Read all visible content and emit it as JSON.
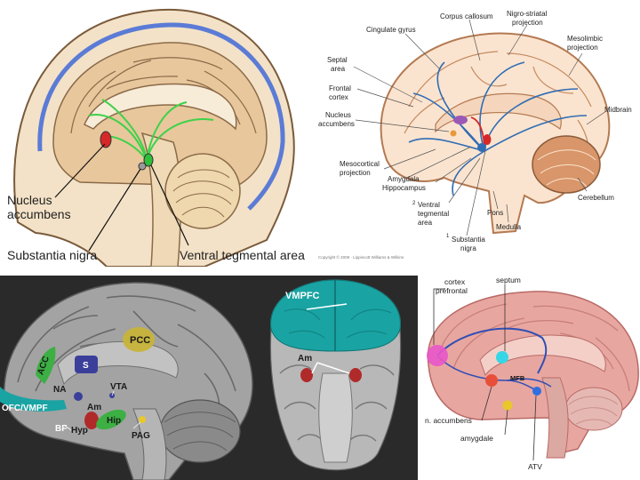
{
  "panel1": {
    "labels": {
      "nucleus_accumbens_line1": "Nucleus",
      "nucleus_accumbens_line2": "accumbens",
      "substantia_nigra": "Substantia nigra",
      "ventral_tegmental_area": "Ventral tegmental area"
    }
  },
  "panel2": {
    "labels": {
      "corpus_callosum": "Corpus callosum",
      "cingulate_gyrus": "Cingulate gyrus",
      "nigro_striatal_1": "Nigro-striatal",
      "nigro_striatal_2": "projection",
      "mesolimbic_1": "Mesolimbic",
      "mesolimbic_2": "projection",
      "septal_1": "Septal",
      "septal_2": "area",
      "frontal_1": "Frontal",
      "frontal_2": "cortex",
      "nucleus_1": "Nucleus",
      "nucleus_2": "accumbens",
      "midbrain": "Midbrain",
      "mesocortical_1": "Mesocortical",
      "mesocortical_2": "projection",
      "amygdala": "Amygdala",
      "hippocampus": "Hippocampus",
      "vta_1": "Ventral",
      "vta_2": "tegmental",
      "vta_3": "area",
      "pons": "Pons",
      "medulla": "Medulla",
      "cerebellum": "Cerebellum",
      "substantia_1": "Substantia",
      "substantia_2": "nigra",
      "marker_2": "2",
      "marker_1": "1",
      "copyright": "Copyright © 2009 · Lippincott Williams & Wilkins"
    }
  },
  "panel3": {
    "labels": {
      "pcc": "PCC",
      "acc": "ACC",
      "s": "S",
      "na": "NA",
      "vta": "VTA",
      "am": "Am",
      "ofc": "OFC/VMPF",
      "hip": "Hip",
      "bf": "BF",
      "hyp": "Hyp",
      "pag": "PAG"
    }
  },
  "panel4": {
    "labels": {
      "vmpfc": "VMPFC",
      "am": "Am"
    }
  },
  "panel5": {
    "labels": {
      "cortex_1": "cortex",
      "cortex_2": "préfrontal",
      "septum": "septum",
      "mfb": "MFB",
      "n_accumbens": "n. accumbens",
      "amygdale": "amygdale",
      "atv": "ATV"
    }
  },
  "colors": {
    "brain_peach": "#f2c7a6",
    "brain_pink": "#e8a6a0",
    "pathway_blue": "#2f6db5",
    "pathway_green": "#3ed14a",
    "marker_red": "#d62828",
    "teal": "#1aa3a3",
    "gray_brain": "#9a9a9a",
    "acc_green": "#3cb043",
    "pcc_yellow": "#c8b43a",
    "septum_cyan": "#37d6e6",
    "cortex_magenta": "#e857c8"
  }
}
